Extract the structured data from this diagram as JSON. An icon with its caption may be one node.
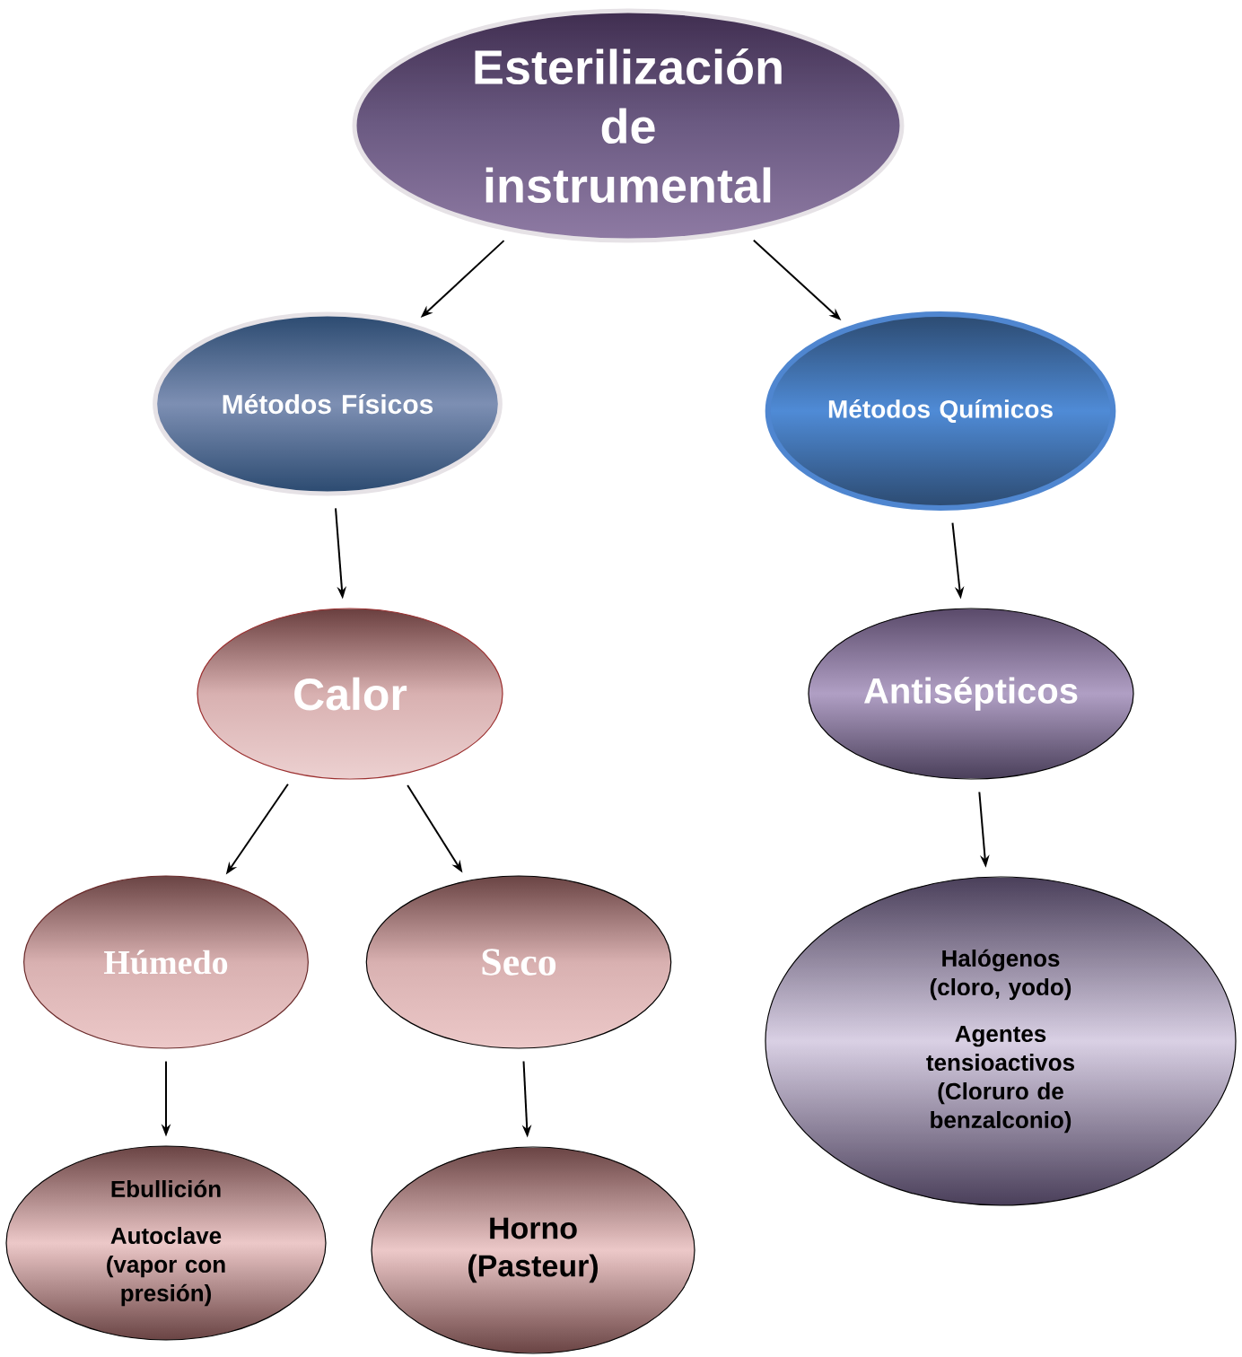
{
  "diagram": {
    "nodes": [
      {
        "text": [
          "Esterilización de instrumental"
        ]
      },
      {
        "text": [
          "Métodos Físicos"
        ]
      },
      {
        "text": [
          "Métodos Químicos"
        ]
      },
      {
        "text": [
          "Calor"
        ]
      },
      {
        "text": [
          "Antisépticos"
        ]
      },
      {
        "text": [
          "Húmedo"
        ]
      },
      {
        "text": [
          "Seco"
        ]
      },
      {
        "text": [
          "Halógenos (cloro, yodo)",
          "Agentes tensioactivos (Cloruro de benzalconio)"
        ]
      },
      {
        "text": [
          "Ebullición",
          "Autoclave (vapor con presión)"
        ]
      },
      {
        "text": [
          "Horno (Pasteur)"
        ]
      }
    ],
    "edges": [
      {
        "from": 0,
        "to": 1,
        "arrow": "to"
      },
      {
        "from": 0,
        "to": 2,
        "arrow": "to"
      },
      {
        "from": 1,
        "to": 3,
        "arrow": "to"
      },
      {
        "from": 2,
        "to": 4,
        "arrow": "to"
      },
      {
        "from": 3,
        "to": 5,
        "arrow": "to"
      },
      {
        "from": 3,
        "to": 6,
        "arrow": "to"
      },
      {
        "from": 4,
        "to": 7,
        "arrow": "to"
      },
      {
        "from": 5,
        "to": 8,
        "arrow": "to"
      },
      {
        "from": 6,
        "to": 9,
        "arrow": "to"
      }
    ]
  }
}
